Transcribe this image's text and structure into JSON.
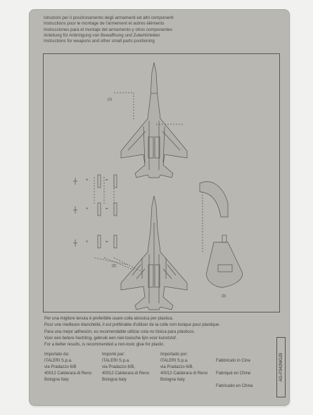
{
  "header_lines": [
    "Istruzioni per il posizionamento degli armamenti ed altri componenti",
    "Instructions pour le montage de l'armement et autres éléments",
    "Instrucciones para el montaje del armamento y otros componentes",
    "Anleitung für Anbringung von Bewaffnung und Zubehörteilen",
    "Instructions for weapons and other small parts positioning"
  ],
  "diagram": {
    "step_labels": [
      "(1)",
      "(2)",
      "(3)"
    ]
  },
  "glue_lines": [
    "Per una migliore tenuta è preferibile usare colla atossica per plastica.",
    "Pour une meilleure étanchéité, il est préférable d'utiliser de la colle non toxique pour plastique.",
    "Para una mejor adhesión, es recomendable utilizar cola no tóxica para plásticos.",
    "Voor een betere hechting, gebruik een niet-toxische lijm voor kunststof.",
    "For a better results, is recommended a non-toxic glue for plastic."
  ],
  "addresses": [
    [
      "Importato da:",
      "ITALERI S.p.a.",
      "via Pradazzo 6/B",
      "40012 Calderara di Reno",
      "Bologna Italy"
    ],
    [
      "Importé par:",
      "ITALERI S.p.a.",
      "via Pradazzo 6/B,",
      "40012 Calderara di Reno",
      "Bologna Italy"
    ],
    [
      "Importado por:",
      "ITALERI S.p.a.",
      "via Pradazzo 6/B,",
      "40012 Calderara di Reno",
      "Bologna Italy"
    ]
  ],
  "made_in": [
    "Fabbricato in Cina",
    "Fabriqué en Chine",
    "Fabricado en China"
  ],
  "code": "AG-P342MG29"
}
